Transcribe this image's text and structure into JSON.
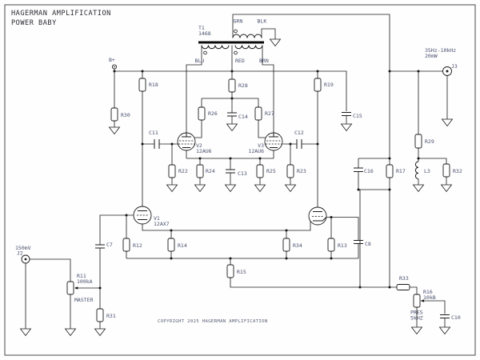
{
  "title": {
    "line1": "HAGERMAN AMPLIFICATION",
    "line2": "POWER BABY"
  },
  "footer": {
    "copyright": "COPYRIGHT 2025 HAGERMAN AMPLIFICATION"
  },
  "power": {
    "b_plus": "B+"
  },
  "input": {
    "level": "150mV",
    "jack": "J2"
  },
  "output": {
    "bandwidth": "35Hz-10kHz",
    "power": "20mW",
    "jack": "J3"
  },
  "transformer": {
    "ref": "T1",
    "value": "1468",
    "leads": {
      "grn": "GRN",
      "blk": "BLK",
      "blu": "BLU",
      "red": "RED",
      "brn": "BRN"
    }
  },
  "tubes": {
    "v1": {
      "ref": "V1",
      "type": "12AX7"
    },
    "v2": {
      "ref": "V2",
      "type": "12AU6"
    },
    "v3": {
      "ref": "V3",
      "type": "12AU6"
    }
  },
  "resistors": {
    "r12": "R12",
    "r13": "R13",
    "r14": "R14",
    "r15": "R15",
    "r17": "R17",
    "r18": "R18",
    "r19": "R19",
    "r22": "R22",
    "r23": "R23",
    "r24": "R24",
    "r25": "R25",
    "r26": "R26",
    "r27": "R27",
    "r28": "R28",
    "r29": "R29",
    "r30": "R30",
    "r31": "R31",
    "r32": "R32",
    "r33": "R33",
    "r34": "R34"
  },
  "pots": {
    "r11": {
      "ref": "R11",
      "value": "100kA",
      "label": "MASTER"
    },
    "r16": {
      "ref": "R16",
      "value": "10kB",
      "label": "PRES",
      "freq": "5kHZ"
    }
  },
  "caps": {
    "c7": "C7",
    "c8": "C8",
    "c10": "C10",
    "c11": "C11",
    "c12": "C12",
    "c13": "C13",
    "c14": "C14",
    "c15": "C15",
    "c16": "C16"
  },
  "inductors": {
    "l3": "L3"
  }
}
